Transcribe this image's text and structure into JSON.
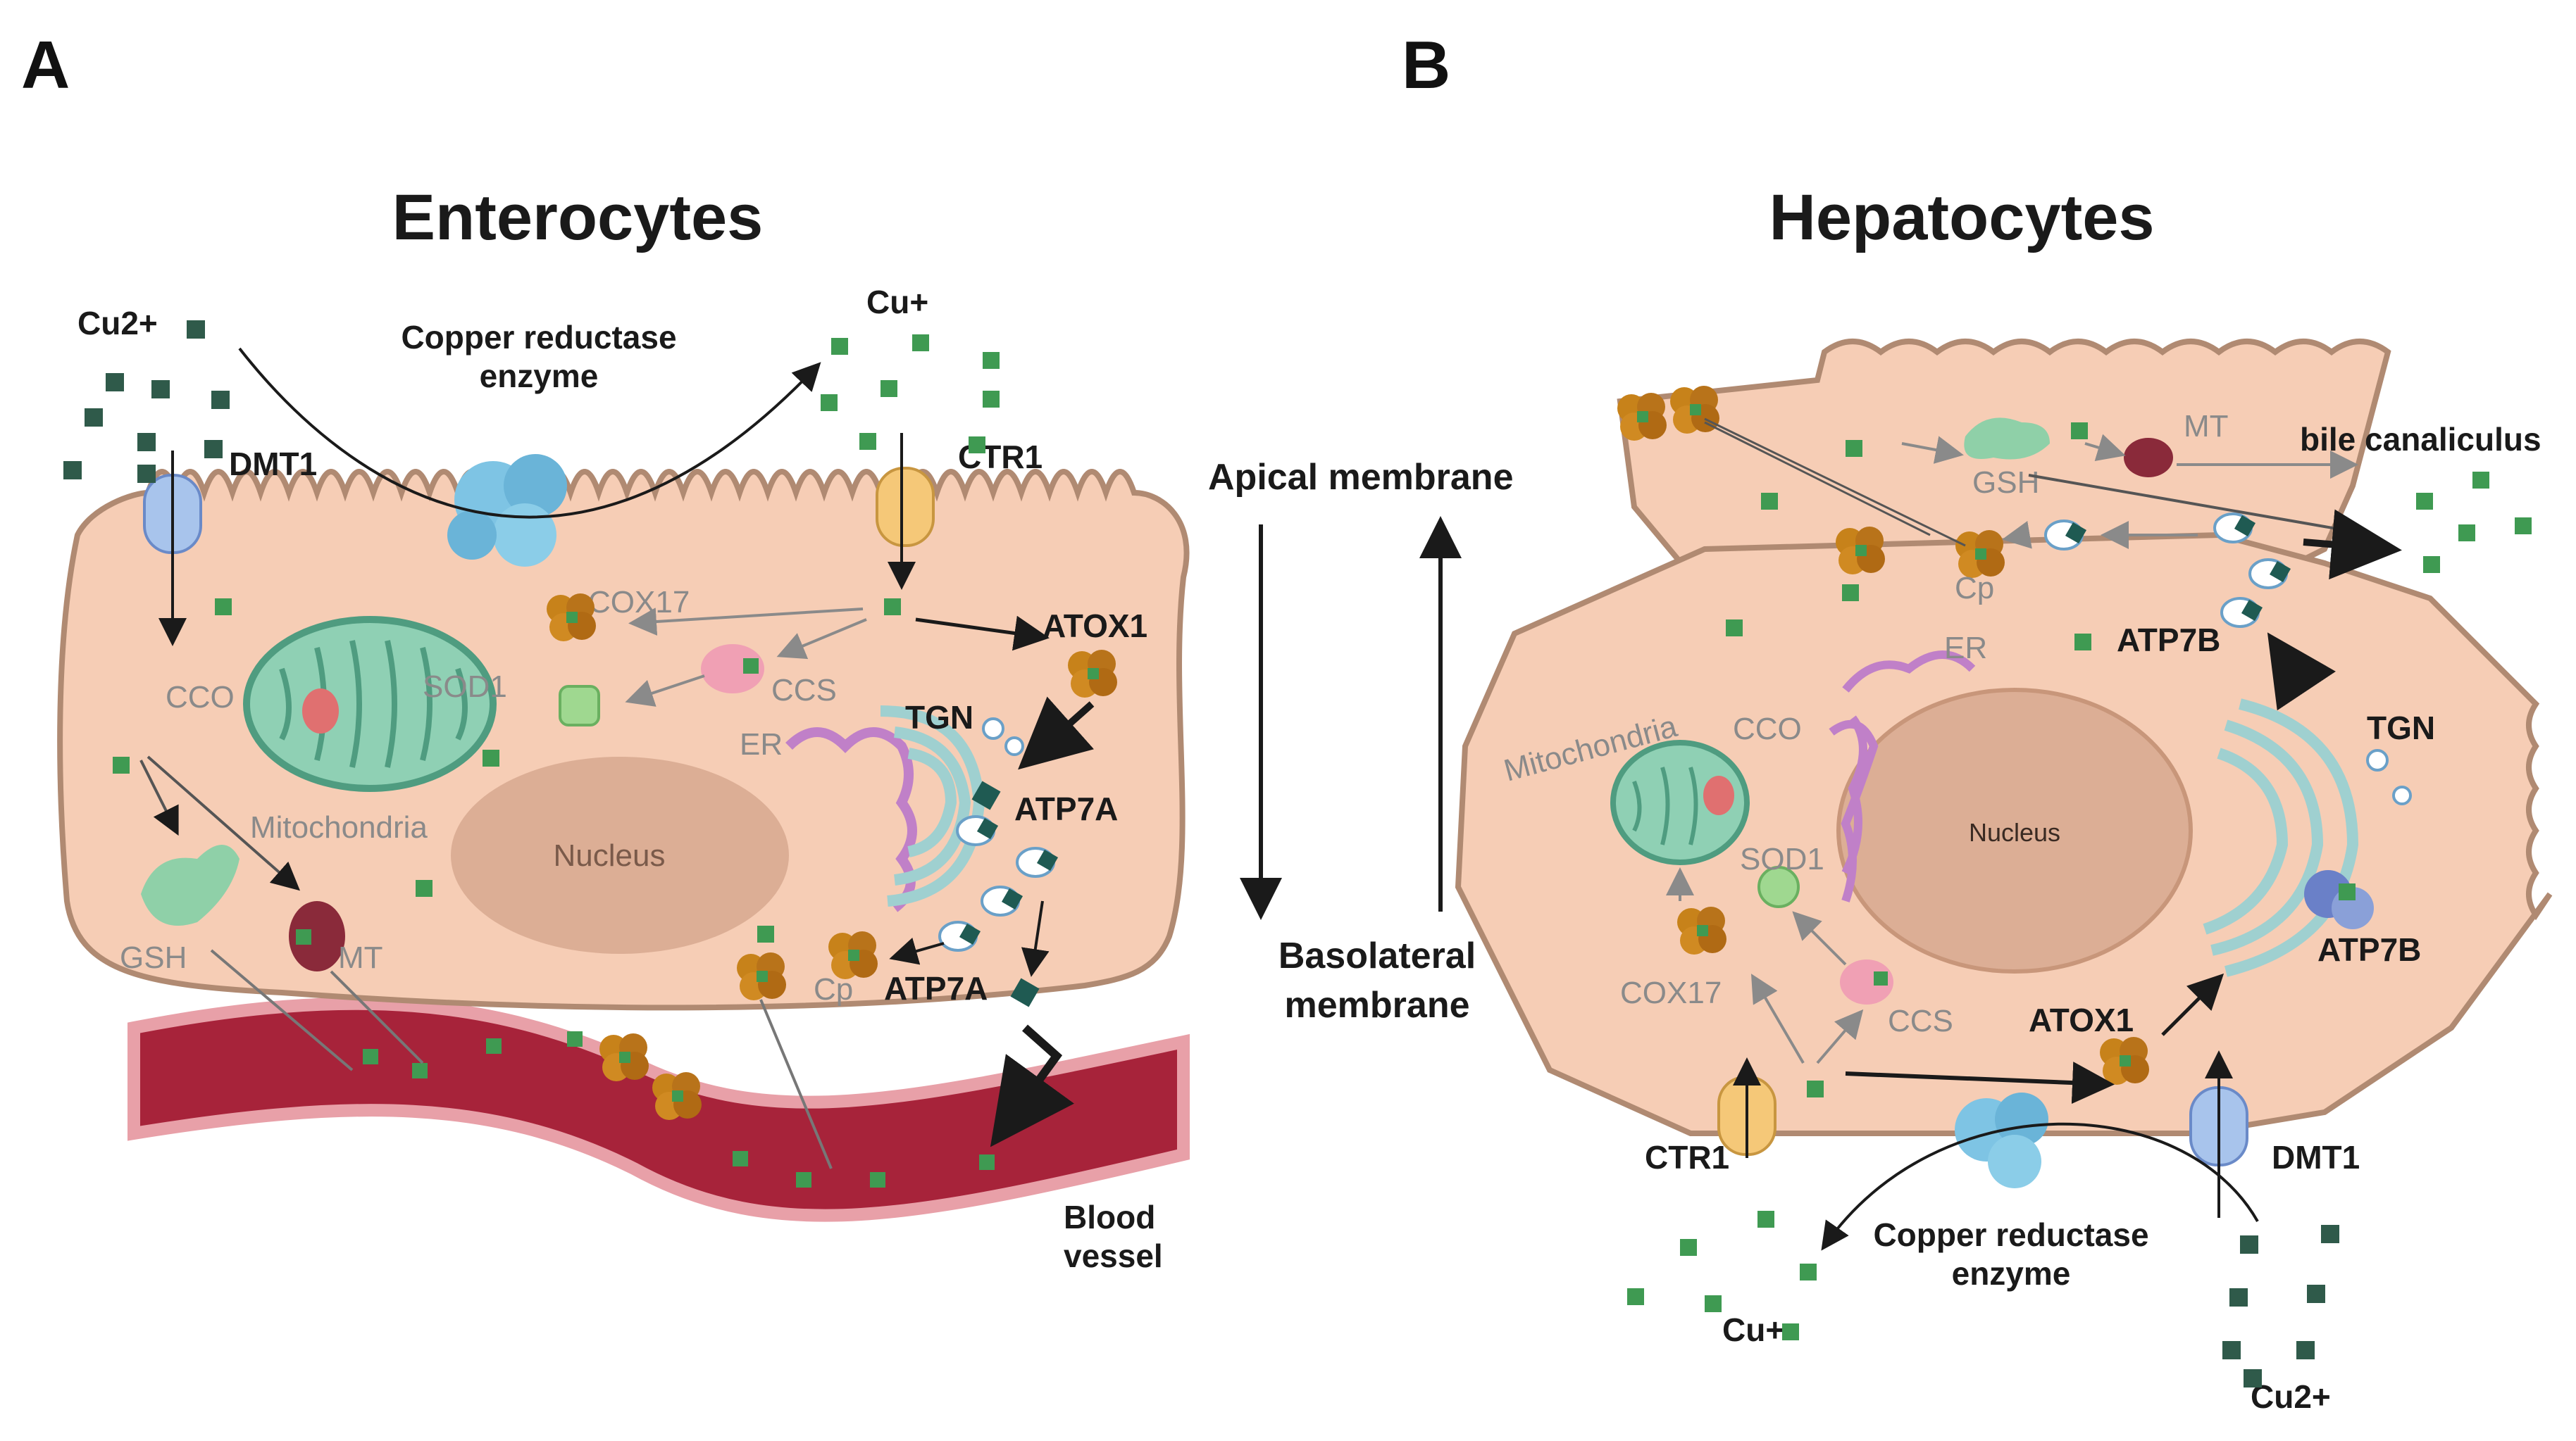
{
  "panels": {
    "a": "A",
    "b": "B"
  },
  "enterocyte": {
    "title": "Enterocytes",
    "cu2": "Cu2+",
    "cu1": "Cu+",
    "reductase": [
      "Copper reductase",
      "enzyme"
    ],
    "dmt1": "DMT1",
    "ctr1": "CTR1",
    "cox17": "COX17",
    "cco": "CCO",
    "sod1": "SOD1",
    "ccs": "CCS",
    "atox1": "ATOX1",
    "tgn": "TGN",
    "er": "ER",
    "atp7a_top": "ATP7A",
    "atp7a_bottom": "ATP7A",
    "mitochondria": "Mitochondria",
    "nucleus": "Nucleus",
    "gsh": "GSH",
    "mt": "MT",
    "cp": "Cp",
    "blood_vessel": [
      "Blood",
      "vessel"
    ]
  },
  "middle": {
    "apical": "Apical membrane",
    "basolateral": [
      "Basolateral",
      "membrane"
    ]
  },
  "hepatocyte": {
    "title": "Hepatocytes",
    "bile": "bile canaliculus",
    "mt": "MT",
    "gsh": "GSH",
    "cp": "Cp",
    "er": "ER",
    "atp7b_top": "ATP7B",
    "cco": "CCO",
    "mitochondria": "Mitochondria",
    "tgn": "TGN",
    "sod1": "SOD1",
    "nucleus": "Nucleus",
    "atp7b_bottom": "ATP7B",
    "cox17": "COX17",
    "ccs": "CCS",
    "atox1": "ATOX1",
    "ctr1": "CTR1",
    "dmt1": "DMT1",
    "reductase": [
      "Copper reductase",
      "enzyme"
    ],
    "cu1": "Cu+",
    "cu2": "Cu2+"
  },
  "colors": {
    "cell": "#f6cdb5",
    "cell_border": "#b08a72",
    "cu_plus": "#3f9a52",
    "cu2_plus": "#2f5a4a",
    "vessel": "#a7233a",
    "mito": "#8fd0b4",
    "nucleus": "#dcae95",
    "protein": "#c7821a"
  }
}
